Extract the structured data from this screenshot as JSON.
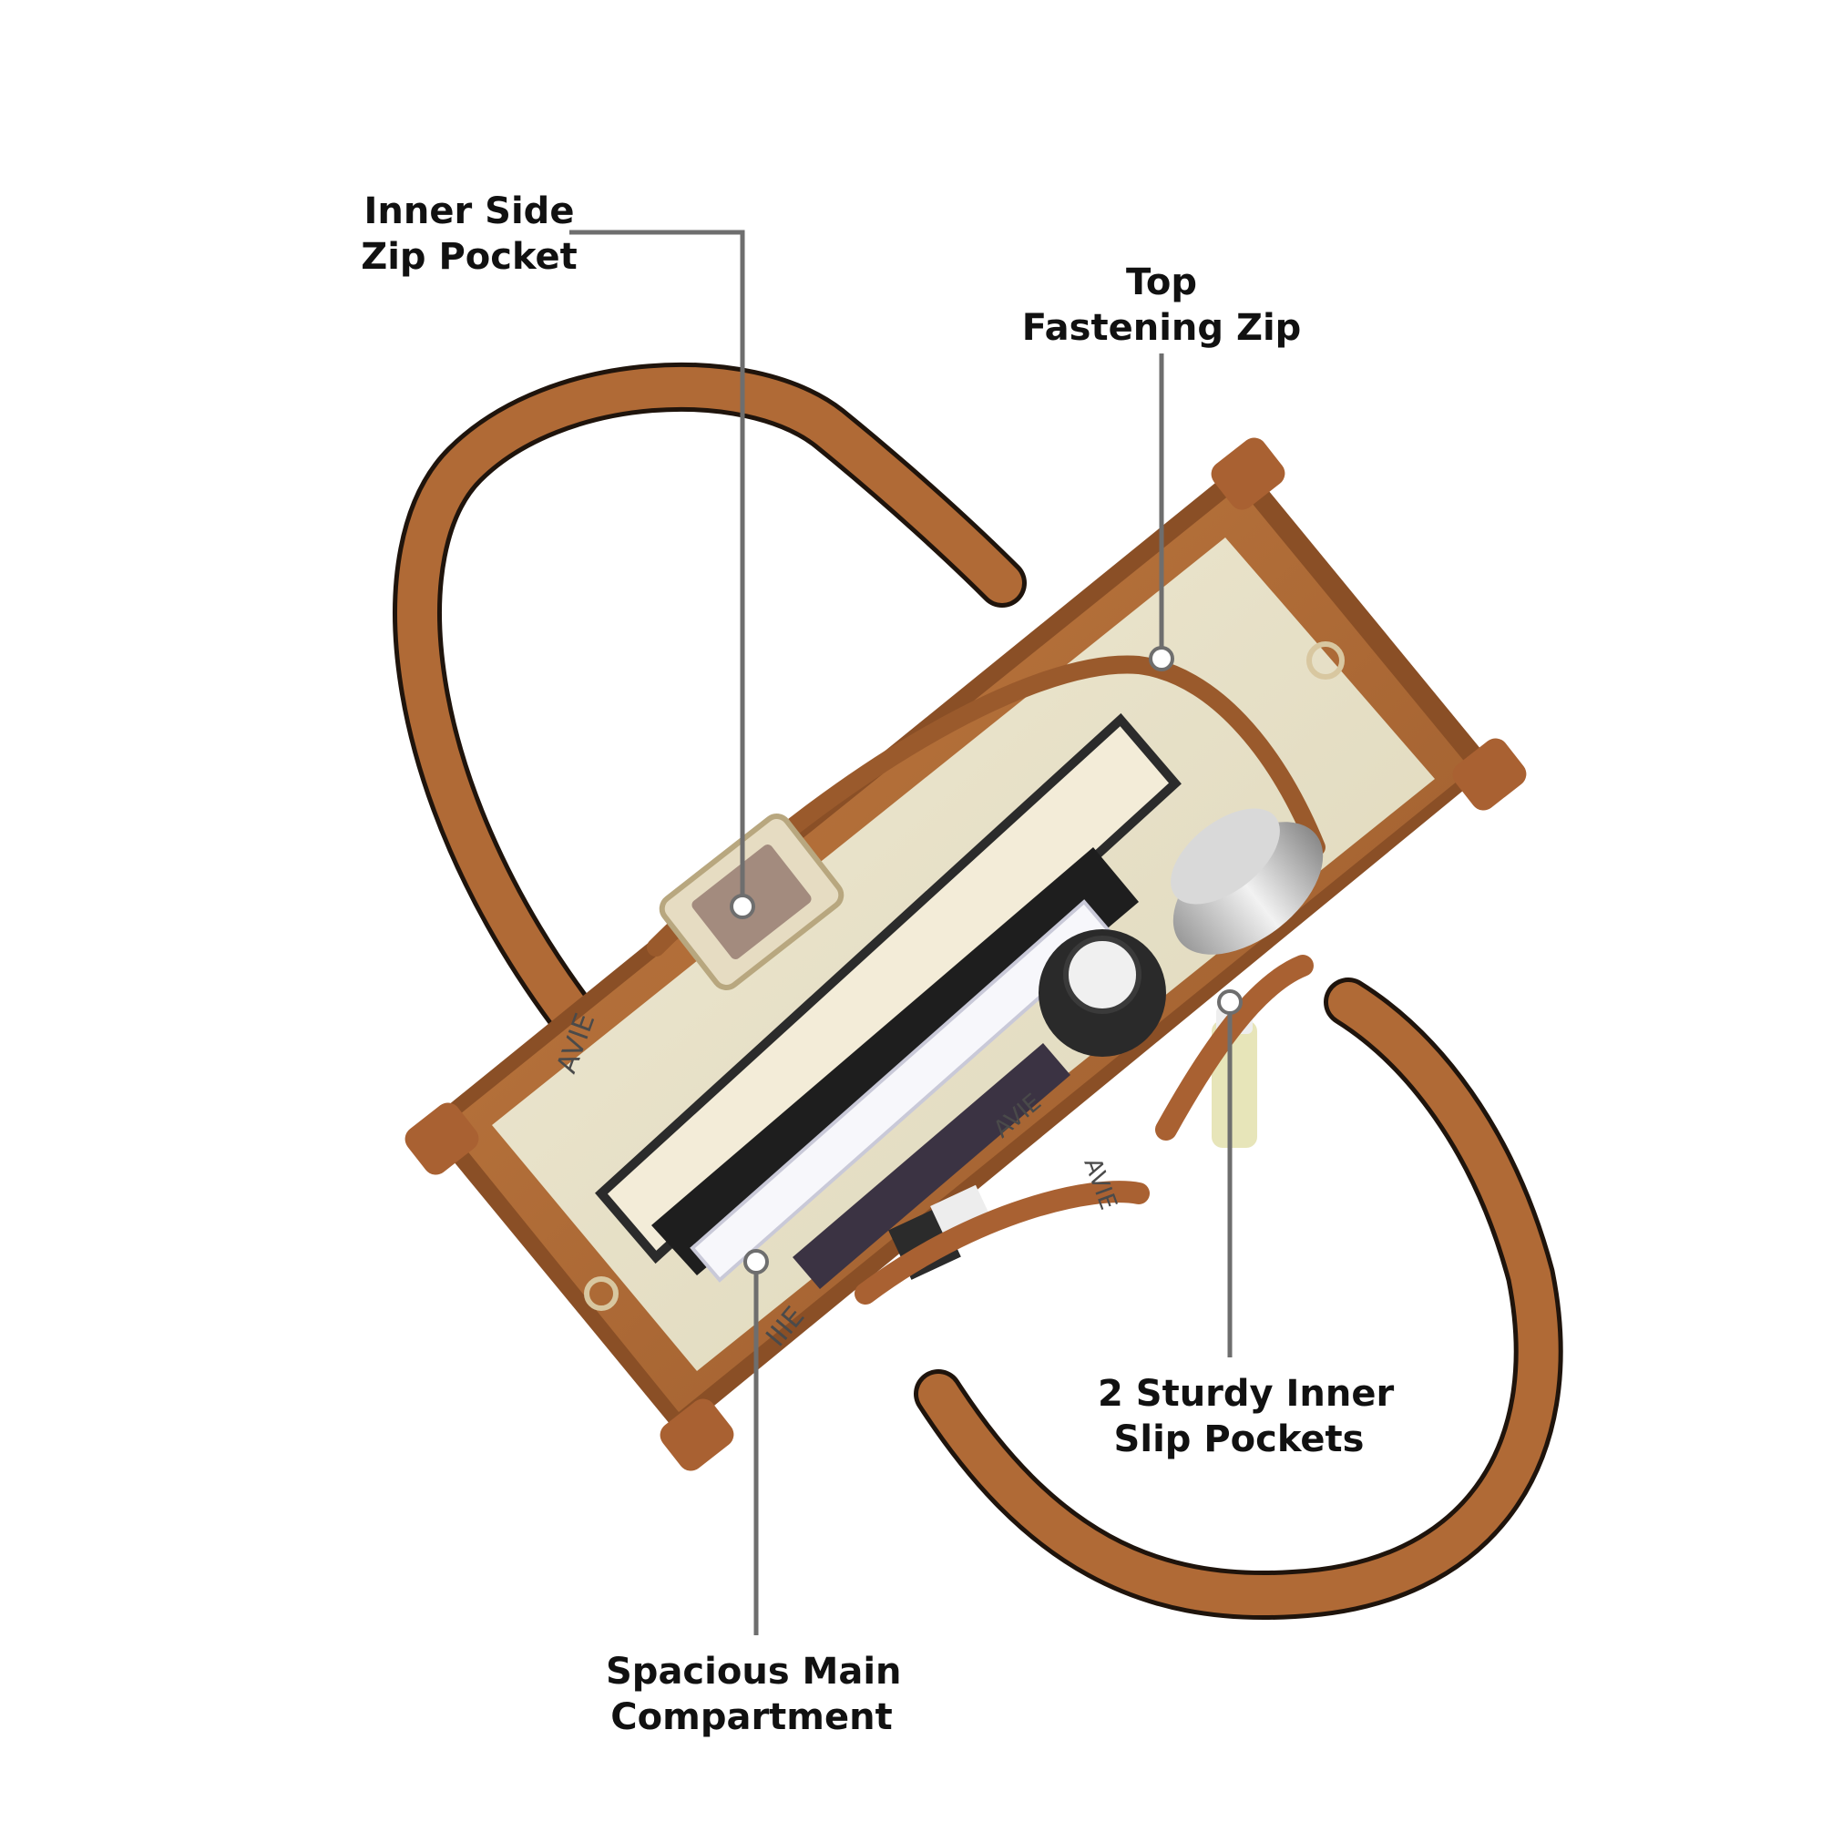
{
  "callouts": {
    "inner_side_zip_pocket": {
      "line1": "Inner Side",
      "line2": "Zip Pocket"
    },
    "top_fastening_zip": {
      "line1": "Top",
      "line2": "Fastening Zip"
    },
    "sturdy_inner_slip_pockets": {
      "line1": "2 Sturdy Inner",
      "line2": "Slip Pockets"
    },
    "spacious_main_compartment": {
      "line1": "Spacious Main",
      "line2": "Compartment"
    }
  },
  "lining_print": [
    "AVIE",
    "AVIE",
    "AVIE",
    "IIIE"
  ],
  "colors": {
    "leather": "#b06a36",
    "leather_dark": "#7a4421",
    "lining": "#ebe6cf",
    "leader_line": "#6e6e6e",
    "text": "#111111"
  }
}
